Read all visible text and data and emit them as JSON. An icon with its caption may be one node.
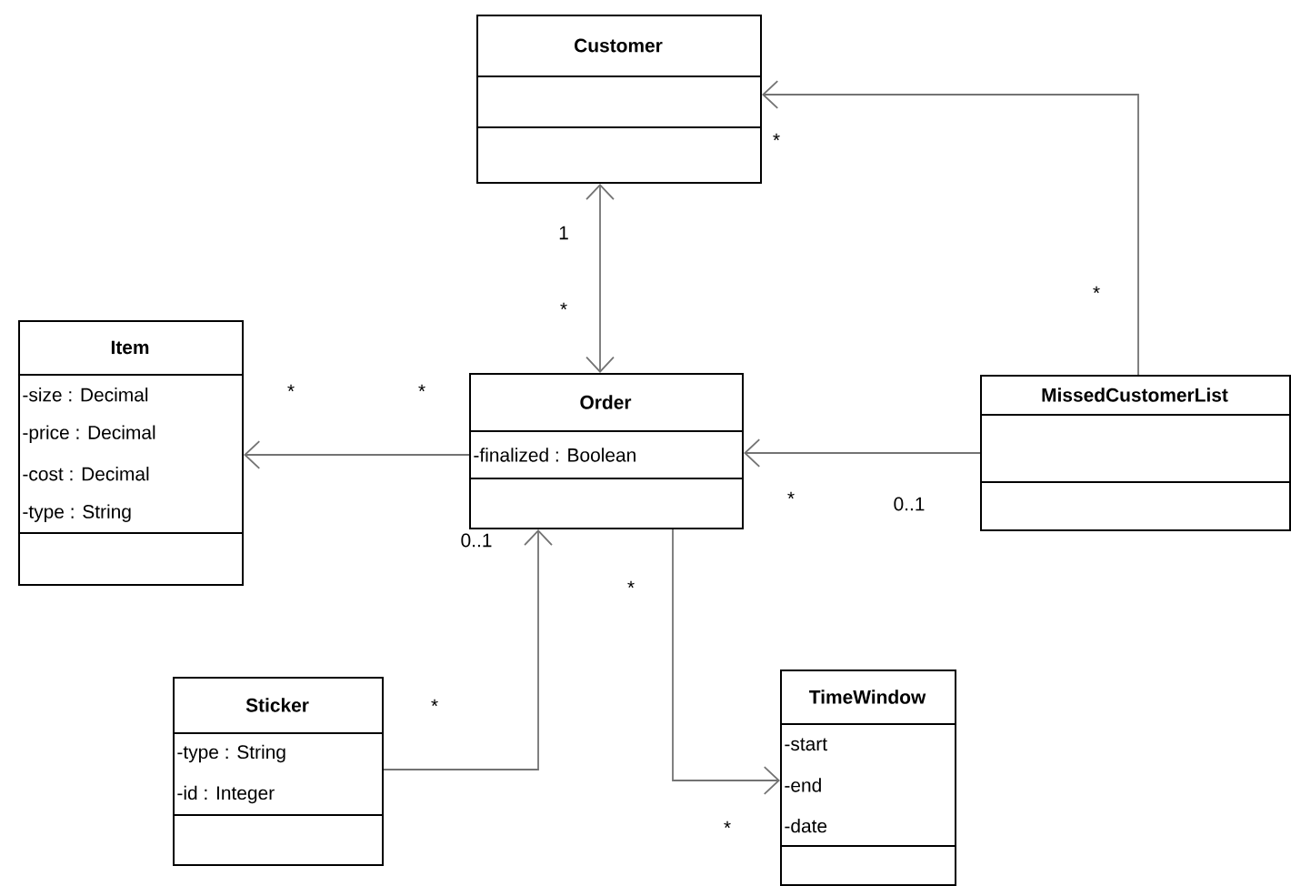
{
  "diagram": {
    "nodes": [
      {
        "text": [
          "Customer"
        ]
      },
      {
        "text": [
          "Item",
          "-size : Decimal",
          "-price : Decimal",
          "-cost : Decimal",
          "-type : String"
        ]
      },
      {
        "text": [
          "Order",
          "-finalized : Boolean"
        ]
      },
      {
        "text": [
          "MissedCustomerList"
        ]
      },
      {
        "text": [
          "Sticker",
          "-type : String",
          "-id : Integer"
        ]
      },
      {
        "text": [
          "TimeWindow",
          "-start",
          "-end",
          "-date"
        ]
      }
    ],
    "edges": [
      {
        "from": 2,
        "to": 0,
        "arrow": "both"
      },
      {
        "from": 2,
        "to": 1,
        "arrow": "to"
      },
      {
        "from": 3,
        "to": 2,
        "arrow": "to"
      },
      {
        "from": 3,
        "to": 0,
        "arrow": "to"
      },
      {
        "from": 4,
        "to": 2,
        "arrow": "to"
      },
      {
        "from": 2,
        "to": 5,
        "arrow": "to"
      }
    ],
    "labels": [
      "*",
      "1",
      "*",
      "*",
      "*",
      "*",
      "*",
      "0..1",
      "0..1",
      "*",
      "*",
      "*"
    ]
  }
}
